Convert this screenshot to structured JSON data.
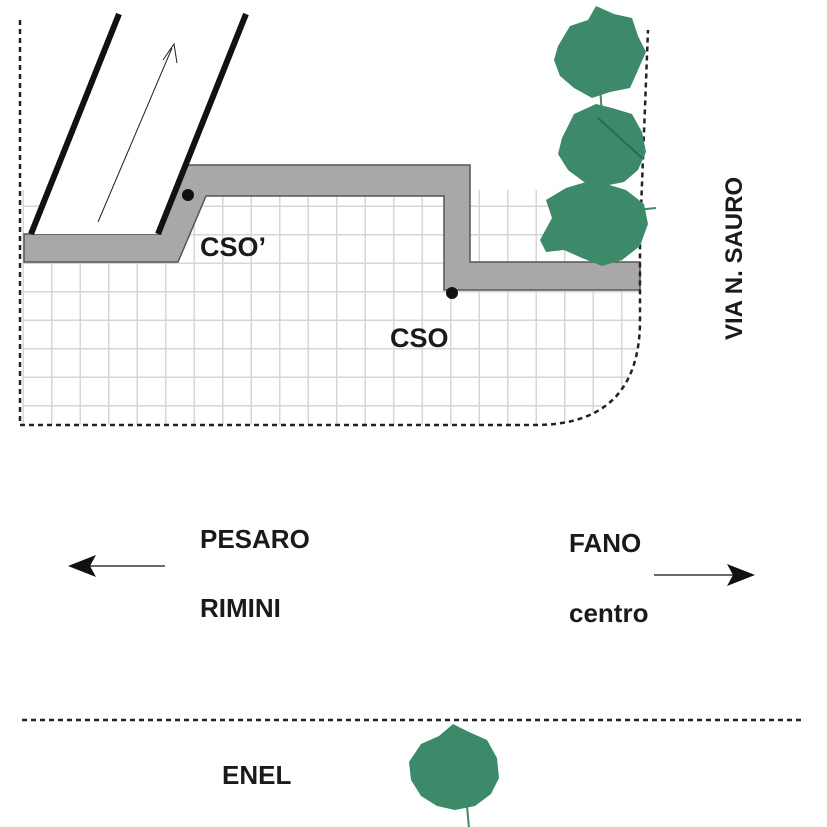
{
  "labels": {
    "cso_prime": "CSO’",
    "cso": "CSO",
    "street": "VIA N. SAURO",
    "dir_left_1": "PESARO",
    "dir_left_2": "RIMINI",
    "dir_right_1": "FANO",
    "dir_right_2": "centro",
    "enel": "ENEL"
  },
  "colors": {
    "tree": "#3d8a6a",
    "path": "#a8a8a8",
    "grid": "#d8d8d8",
    "line": "#111111"
  },
  "icons": {
    "tree": "tree-icon",
    "arrow_left": "arrow-left-icon",
    "arrow_right": "arrow-right-icon",
    "point": "point-marker-icon"
  }
}
